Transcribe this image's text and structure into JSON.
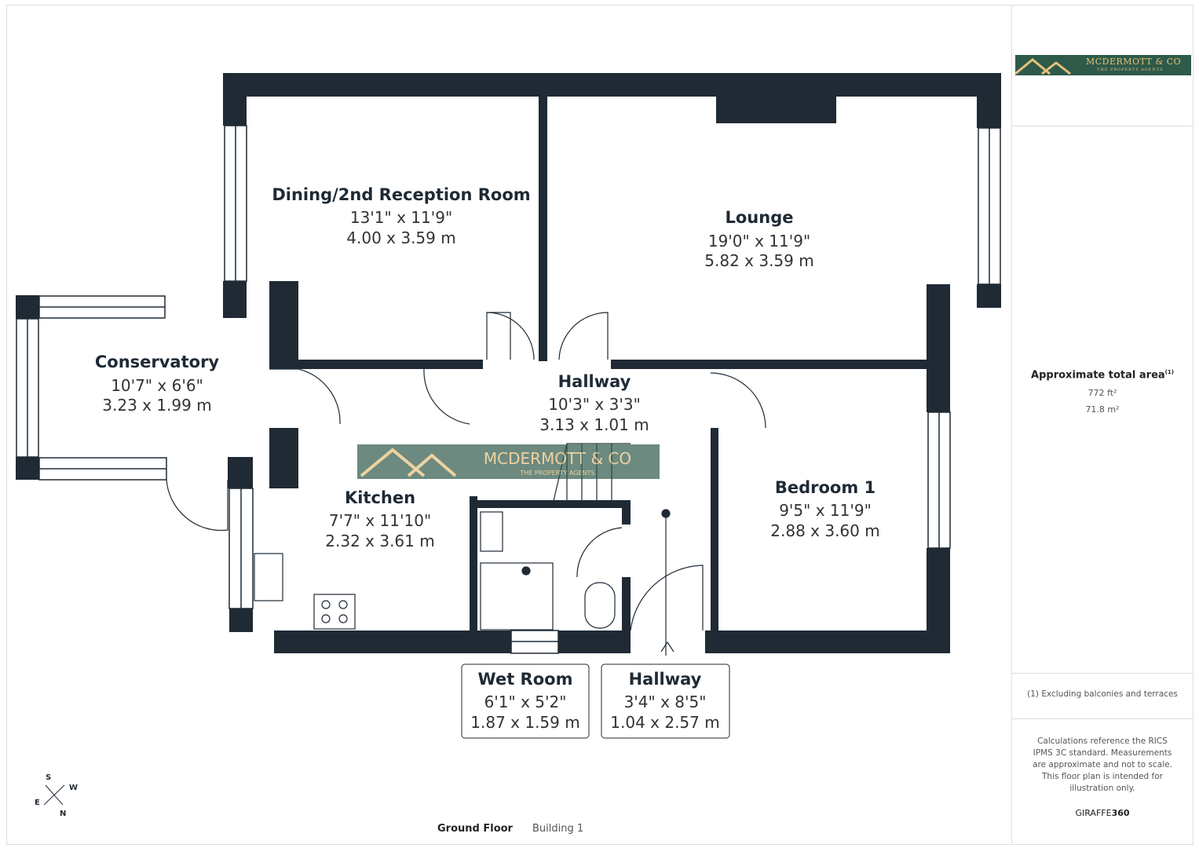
{
  "logo": {
    "name": "MCDERMOTT & CO",
    "tagline": "THE PROPERTY AGENTS"
  },
  "rooms": [
    {
      "name": "Dining/2nd Reception Room",
      "imperial": "13'1\" x 11'9\"",
      "metric": "4.00 x 3.59 m"
    },
    {
      "name": "Lounge",
      "imperial": "19'0\" x 11'9\"",
      "metric": "5.82 x 3.59 m"
    },
    {
      "name": "Conservatory",
      "imperial": "10'7\" x 6'6\"",
      "metric": "3.23 x 1.99 m"
    },
    {
      "name": "Hallway",
      "imperial": "10'3\" x 3'3\"",
      "metric": "3.13 x 1.01 m"
    },
    {
      "name": "Kitchen",
      "imperial": "7'7\" x 11'10\"",
      "metric": "2.32 x 3.61 m"
    },
    {
      "name": "Bedroom 1",
      "imperial": "9'5\" x 11'9\"",
      "metric": "2.88 x 3.60 m"
    },
    {
      "name": "Wet Room",
      "imperial": "6'1\" x 5'2\"",
      "metric": "1.87 x 1.59 m"
    },
    {
      "name": "Hallway",
      "imperial": "3'4\" x 8'5\"",
      "metric": "1.04 x 2.57 m"
    }
  ],
  "compass": {
    "s": "S",
    "w": "W",
    "e": "E",
    "n": "N"
  },
  "footer": {
    "floor": "Ground Floor",
    "building": "Building 1"
  },
  "panel": {
    "area_title": "Approximate total area",
    "area_note_ref": "(1)",
    "area_ft": "772 ft²",
    "area_m": "71.8 m²",
    "footnote": "(1) Excluding balconies and terraces",
    "disclaimer": "Calculations reference the RICS IPMS 3C standard. Measurements are approximate and not to scale. This floor plan is intended for illustration only.",
    "brand_a": "GIRAFFE",
    "brand_b": "360"
  },
  "colors": {
    "wall": "#1f2a35",
    "logo_bg": "#2e5a4a",
    "logo_gold": "#e8c07a"
  }
}
